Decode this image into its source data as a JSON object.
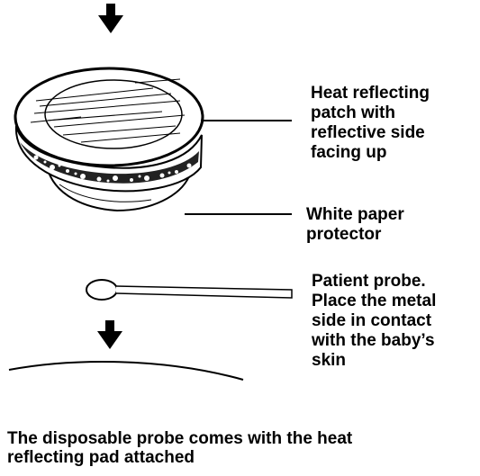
{
  "labels": {
    "patch": [
      "Heat reflecting",
      "patch with",
      "reflective side",
      "facing up"
    ],
    "paper": [
      "White paper",
      "protector"
    ],
    "probe": [
      "Patient probe.",
      "Place the metal",
      "side in contact",
      "with the baby’s",
      "skin"
    ]
  },
  "caption": [
    "The disposable probe comes with the heat",
    "reflecting pad attached"
  ],
  "colors": {
    "ink": "#000000",
    "background": "#ffffff"
  }
}
